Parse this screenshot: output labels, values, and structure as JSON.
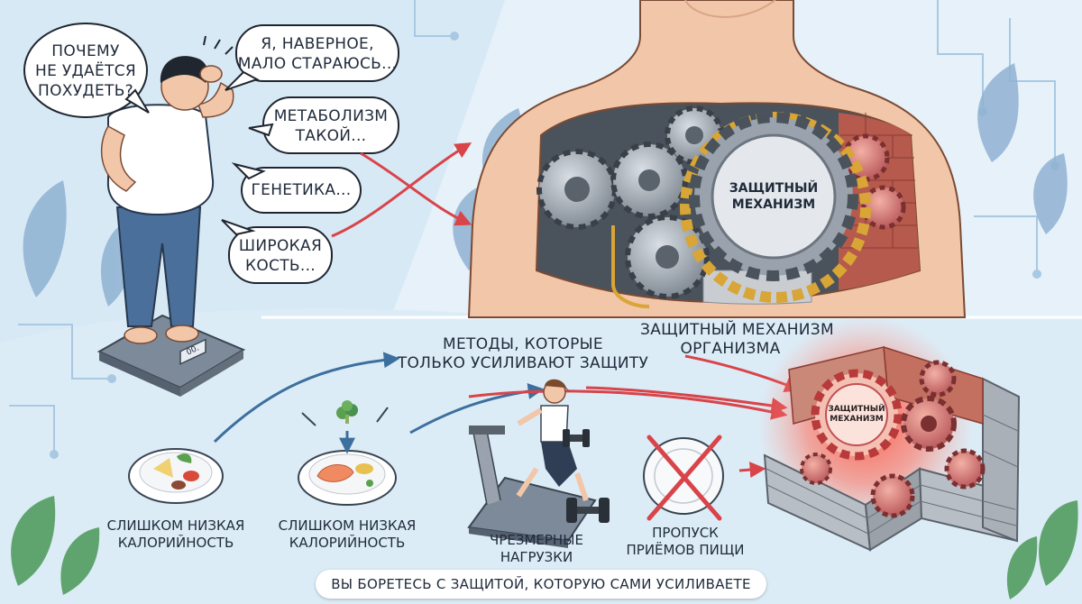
{
  "bubbles": [
    {
      "id": "b1",
      "lines": [
        "ПОЧЕМУ",
        "НЕ УДАЁТСЯ",
        "ПОХУДЕТЬ?"
      ]
    },
    {
      "id": "b2",
      "lines": [
        "Я, НАВЕРНОЕ,",
        "МАЛО СТАРАЮСЬ..."
      ]
    },
    {
      "id": "b3",
      "lines": [
        "МЕТАБОЛИЗМ",
        "ТАКОЙ..."
      ]
    },
    {
      "id": "b4",
      "lines": [
        "ГЕНЕТИКА..."
      ]
    },
    {
      "id": "b5",
      "lines": [
        "ШИРОКАЯ",
        "КОСТЬ..."
      ]
    }
  ],
  "scale_display": "00.",
  "gear_label_main": [
    "ЗАЩИТНЫЙ",
    "МЕХАНИЗМ"
  ],
  "gear_label_small": [
    "ЗАЩИТНЫЙ",
    "МЕХАНИЗМ"
  ],
  "heading_methods": [
    "МЕТОДЫ, КОТОРЫЕ",
    "ТОЛЬКО УСИЛИВАЮТ ЗАЩИТУ"
  ],
  "heading_defense": [
    "ЗАЩИТНЫЙ МЕХАНИЗМ",
    "ОРГАНИЗМА"
  ],
  "captions": [
    [
      "СЛИШКОМ НИЗКАЯ",
      "КАЛОРИЙНОСТЬ"
    ],
    [
      "СЛИШКОМ НИЗКАЯ",
      "КАЛОРИЙНОСТЬ"
    ],
    [
      "ЧРЕЗМЕРНЫЕ",
      "НАГРУЗКИ"
    ],
    [
      "ПРОПУСК",
      "ПРИЁМОВ ПИЩИ"
    ]
  ],
  "footer": "ВЫ БОРЕТЕСЬ С ЗАЩИТОЙ, КОТОРУЮ САМИ УСИЛИВАЕТЕ",
  "colors": {
    "background": "#e6f1fa",
    "arrow_red": "#d8444a",
    "arrow_blue": "#3d6f9e",
    "gear_metal": "#9aa3ad",
    "gear_gold": "#d8a536",
    "glow_red": "#ff4040",
    "skin": "#f2c6a8",
    "shirt": "#ffffff",
    "jeans": "#4a6f9a"
  },
  "icons": [
    "speech-bubble",
    "scale-icon",
    "gear-icon",
    "plate-icon",
    "broccoli-icon",
    "salmon-icon",
    "treadmill-icon",
    "dumbbell-icon",
    "cross-icon",
    "brick-wall-icon",
    "leaf-icon",
    "circuit-line-icon"
  ]
}
